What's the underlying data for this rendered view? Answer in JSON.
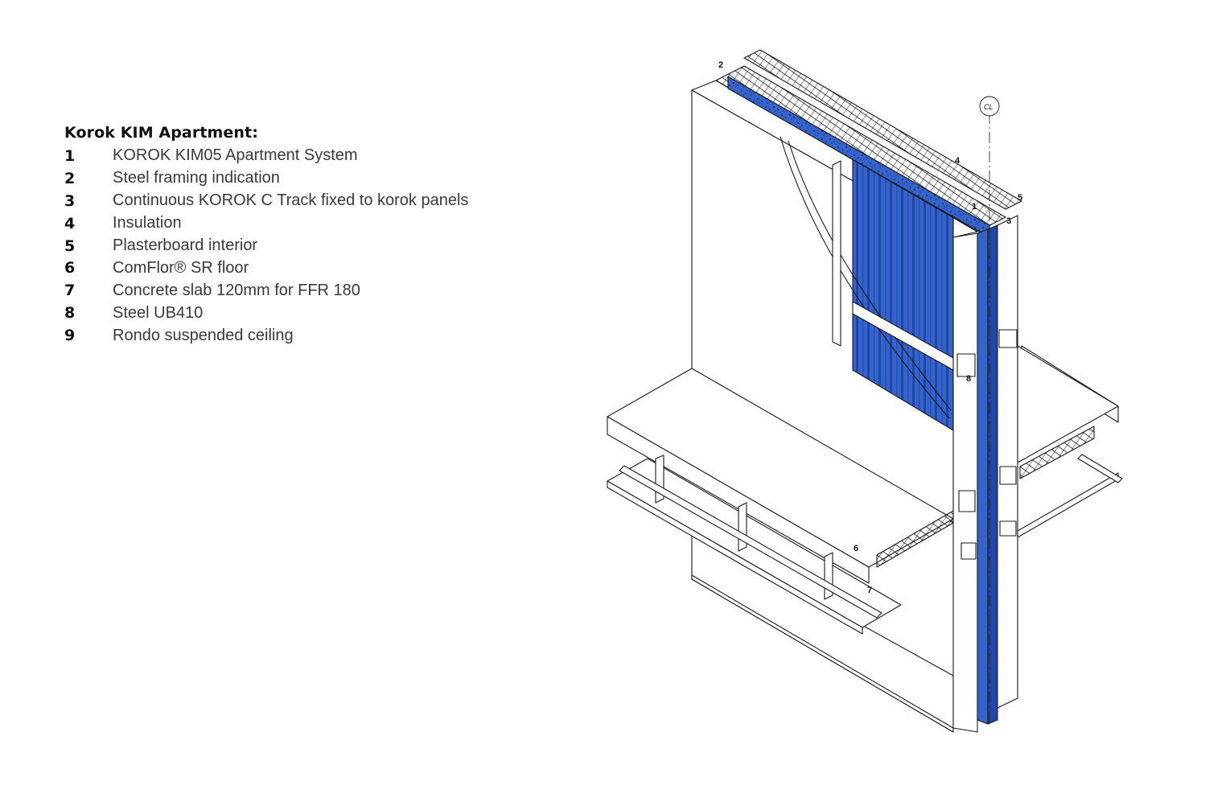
{
  "legend": {
    "title": "Korok KIM Apartment:",
    "items": [
      {
        "num": "1",
        "label": "KOROK KIM05 Apartment System"
      },
      {
        "num": "2",
        "label": "Steel framing indication"
      },
      {
        "num": "3",
        "label": "Continuous KOROK C Track fixed to korok panels"
      },
      {
        "num": "4",
        "label": "Insulation"
      },
      {
        "num": "5",
        "label": "Plasterboard interior"
      },
      {
        "num": "6",
        "label": "ComFlor® SR floor"
      },
      {
        "num": "7",
        "label": "Concrete slab 120mm for FFR 180"
      },
      {
        "num": "8",
        "label": "Steel UB410"
      },
      {
        "num": "9",
        "label": "Rondo suspended ceiling"
      }
    ]
  },
  "diagram": {
    "centerline_label": "CL",
    "callouts": {
      "c1": "1",
      "c2": "2",
      "c3": "3",
      "c4": "4",
      "c5": "5",
      "c6": "6",
      "c7": "7",
      "c8": "8"
    },
    "colors": {
      "panel_blue": "#3563c9",
      "panel_blue_dark": "#1f47a8",
      "line": "#1a1a1a",
      "fill": "#ffffff"
    }
  }
}
